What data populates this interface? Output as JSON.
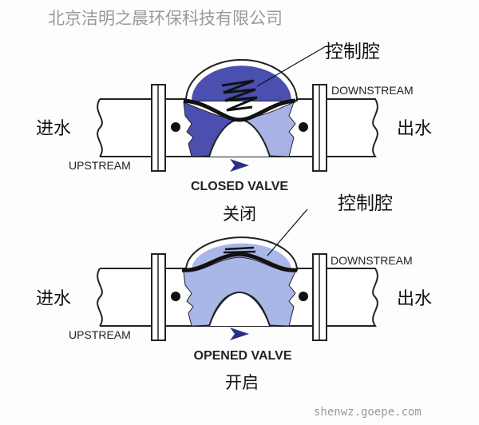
{
  "watermark_company": "北京洁明之晨环保科技有限公司",
  "watermark_site": "shenwz.goepe.com",
  "colors": {
    "closed_dark": "#4a4fb0",
    "closed_light": "#a8b2e6",
    "open_fill": "#a9b6e8",
    "arrow": "#2a2f8a"
  },
  "closed": {
    "chamber_label": "控制腔",
    "inlet_label": "进水",
    "outlet_label": "出水",
    "upstream": "UPSTREAM",
    "downstream": "DOWNSTREAM",
    "title_en": "CLOSED VALVE",
    "title_cn": "关闭"
  },
  "opened": {
    "chamber_label": "控制腔",
    "inlet_label": "进水",
    "outlet_label": "出水",
    "upstream": "UPSTREAM",
    "downstream": "DOWNSTREAM",
    "title_en": "OPENED VALVE",
    "title_cn": "开启"
  }
}
